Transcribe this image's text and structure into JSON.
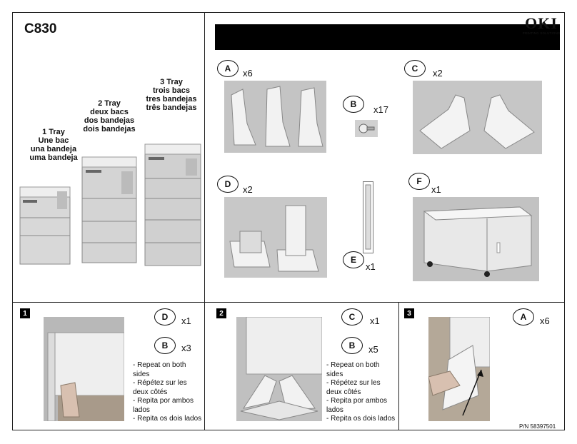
{
  "model": "C830",
  "brand": {
    "name": "OKI",
    "tagline": "PRINTING SOLUTIONS"
  },
  "trays": [
    {
      "label": "1 Tray\nUne bac\nuna bandeja\numa bandeja"
    },
    {
      "label": "2 Tray\ndeux bacs\ndos bandejas\ndois bandejas"
    },
    {
      "label": "3 Tray\ntrois bacs\ntres bandejas\ntrês bandejas"
    }
  ],
  "parts": [
    {
      "letter": "A",
      "qty": "x6"
    },
    {
      "letter": "B",
      "qty": "x17"
    },
    {
      "letter": "C",
      "qty": "x2"
    },
    {
      "letter": "D",
      "qty": "x2"
    },
    {
      "letter": "E",
      "qty": "x1"
    },
    {
      "letter": "F",
      "qty": "x1"
    }
  ],
  "steps": [
    {
      "number": "1",
      "parts": [
        {
          "letter": "D",
          "qty": "x1"
        },
        {
          "letter": "B",
          "qty": "x3"
        }
      ],
      "notes": [
        "- Repeat on both sides",
        "- Répétez sur les deux côtés",
        "- Repita por ambos lados",
        "- Repita os dois lados"
      ]
    },
    {
      "number": "2",
      "parts": [
        {
          "letter": "C",
          "qty": "x1"
        },
        {
          "letter": "B",
          "qty": "x5"
        }
      ],
      "notes": [
        "- Repeat on both sides",
        "- Répétez sur les deux côtés",
        "- Repita por ambos lados",
        "- Repita os dois lados"
      ]
    },
    {
      "number": "3",
      "parts": [
        {
          "letter": "A",
          "qty": "x6"
        }
      ],
      "notes": []
    }
  ],
  "part_number": "P/N 58397501"
}
